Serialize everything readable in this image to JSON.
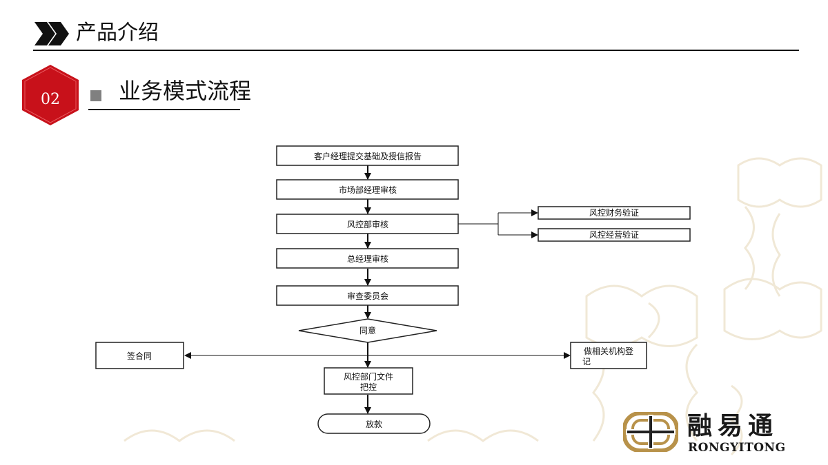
{
  "header": {
    "title": "产品介绍"
  },
  "section": {
    "number": "02",
    "title": "业务模式流程"
  },
  "flow": {
    "nodes": {
      "submit_report": "客户经理提交基础及授信报告",
      "market_review": "市场部经理审核",
      "risk_review": "风控部审核",
      "risk_finance_check": "风控财务验证",
      "risk_operation_check": "风控经营验证",
      "gm_review": "总经理审核",
      "review_committee": "审查委员会",
      "agree": "同意",
      "sign_contract": "签合同",
      "registration_line1": "做相关机构登",
      "registration_line2": "记",
      "doc_control_line1": "风控部门文件",
      "doc_control_line2": "把控",
      "loan_release": "放款"
    }
  },
  "brand": {
    "name_cn": "融易通",
    "name_en": "RONGYITONG"
  },
  "colors": {
    "accent_red": "#c8111a",
    "line": "#111111",
    "watermark": "#efe6d2",
    "logo_gold": "#b8924a"
  }
}
